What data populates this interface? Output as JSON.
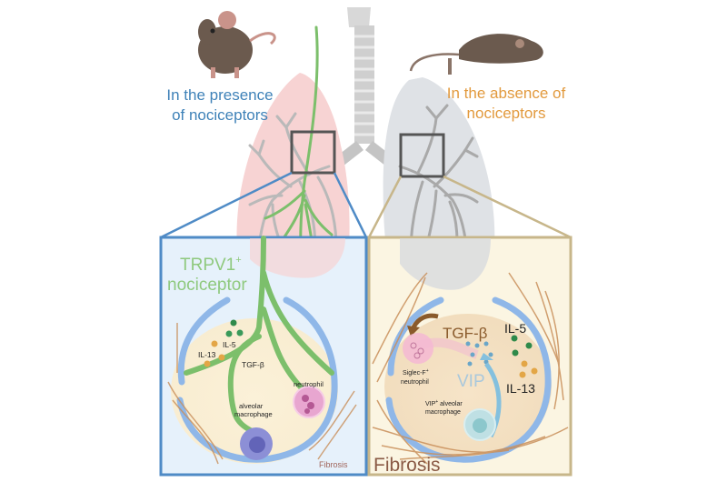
{
  "figure": {
    "left_panel": {
      "caption_line1": "In the presence",
      "caption_line2": "of nociceptors",
      "caption_color": "#3f82b8",
      "box_color": "#4f8bc6",
      "box_fill": "#e6f1fb",
      "nociceptor_label_line1": "TRPV1",
      "nociceptor_label_sup": "+",
      "nociceptor_label_line2": "nociceptor",
      "nociceptor_color": "#7cbf6b",
      "cytokine_il5": "IL-5",
      "cytokine_il13": "IL-13",
      "tgf_label": "TGF-β",
      "neutrophil_label": "neutrophil",
      "macrophage_label_line1": "alveolar",
      "macrophage_label_line2": "macrophage",
      "fibrosis_label": "Fibrosis"
    },
    "right_panel": {
      "caption_line1": "In the absence of",
      "caption_line2": "nociceptors",
      "caption_color": "#e29a3e",
      "box_color": "#c7b68a",
      "box_fill": "#fbf5e2",
      "tgf_label": "TGF-β",
      "vip_label": "VIP",
      "cytokine_il5": "IL-5",
      "cytokine_il13": "IL-13",
      "neutrophil_label_line1": "Siglec-F",
      "neutrophil_label_sup": "+",
      "neutrophil_label_line2": "neutrophil",
      "macrophage_label_line1": "VIP",
      "macrophage_label_sup": "+",
      "macrophage_label_line1b": " alveolar",
      "macrophage_label_line2": "macrophage",
      "fibrosis_label": "Fibrosis"
    },
    "colors": {
      "lung_left": "#f7d3d3",
      "lung_right": "#dfe2e6",
      "airway": "#b9b9b9",
      "zoom_square": "#555555",
      "alveolus_wall": "#8fb7e8",
      "fibers": "#c98f5a",
      "il5_dot": "#2f8a4a",
      "il13_dot": "#e3a646",
      "vip_dot": "#6aa6c8",
      "tgf_arrow": "#8a5a2b",
      "mouse": "#6b5a4e"
    }
  }
}
